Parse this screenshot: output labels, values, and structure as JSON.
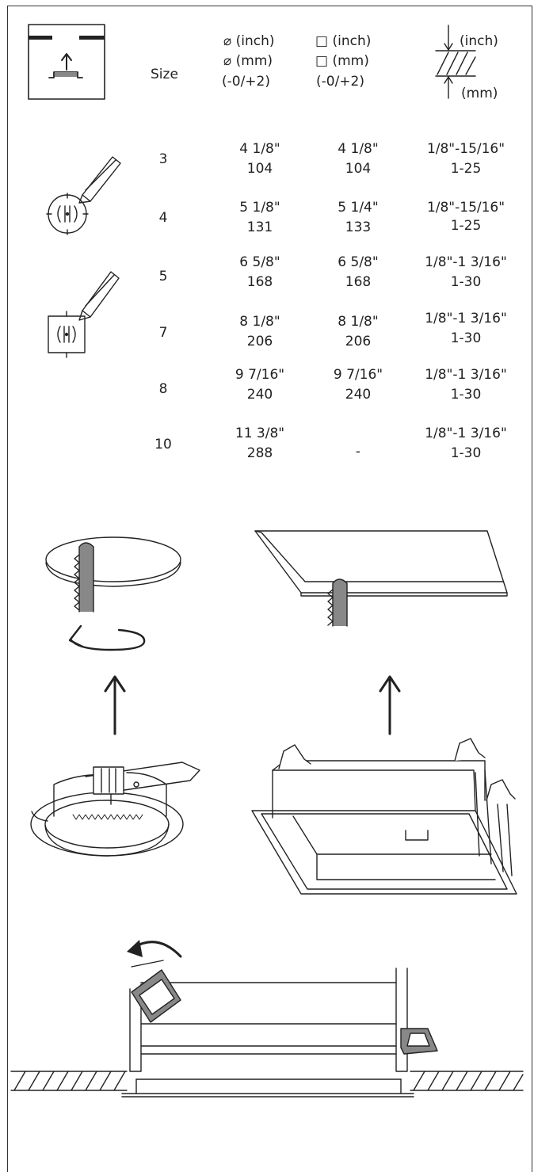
{
  "header": {
    "size_label": "Size",
    "round_inch": "⌀ (inch)",
    "round_mm": "⌀ (mm)",
    "round_tol": "(-0/+2)",
    "square_inch": "□ (inch)",
    "square_mm": "□ (mm)",
    "square_tol": "(-0/+2)",
    "thick_inch": "(inch)",
    "thick_mm": "(mm)"
  },
  "rows": [
    {
      "size": "3",
      "round_in": "4 1/8\"",
      "round_mm": "104",
      "sq_in": "4 1/8\"",
      "sq_mm": "104",
      "thick_in": "1/8\"-15/16\"",
      "thick_mm": "1-25"
    },
    {
      "size": "4",
      "round_in": "5 1/8\"",
      "round_mm": "131",
      "sq_in": "5 1/4\"",
      "sq_mm": "133",
      "thick_in": "1/8\"-15/16\"",
      "thick_mm": "1-25"
    },
    {
      "size": "5",
      "round_in": "6 5/8\"",
      "round_mm": "168",
      "sq_in": "6 5/8\"",
      "sq_mm": "168",
      "thick_in": "1/8\"-1 3/16\"",
      "thick_mm": "1-30"
    },
    {
      "size": "7",
      "round_in": "8 1/8\"",
      "round_mm": "206",
      "sq_in": "8 1/8\"",
      "sq_mm": "206",
      "thick_in": "1/8\"-1 3/16\"",
      "thick_mm": "1-30"
    },
    {
      "size": "8",
      "round_in": "9 7/16\"",
      "round_mm": "240",
      "sq_in": "9 7/16\"",
      "sq_mm": "240",
      "thick_in": "1/8\"-1 3/16\"",
      "thick_mm": "1-30"
    },
    {
      "size": "10",
      "round_in": "11 3/8\"",
      "round_mm": "288",
      "sq_in": "",
      "sq_mm": "-",
      "thick_in": "1/8\"-1 3/16\"",
      "thick_mm": "1-30"
    }
  ]
}
